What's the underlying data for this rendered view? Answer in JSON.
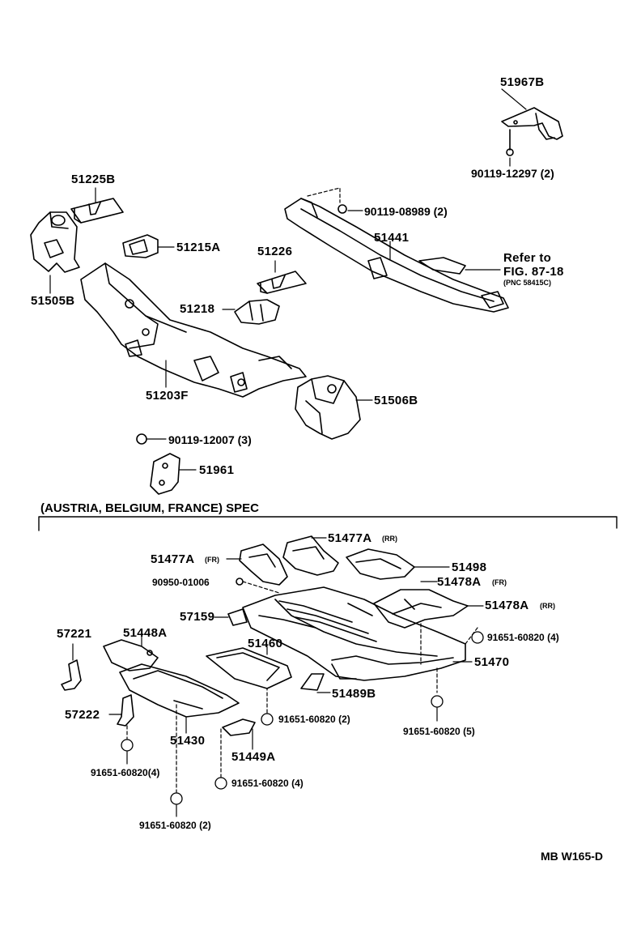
{
  "top_section": {
    "p_51967B": "51967B",
    "p_90119_12297": "90119-12297 (2)",
    "p_51225B": "51225B",
    "p_90119_08989": "90119-08989 (2)",
    "p_51215A": "51215A",
    "p_51441": "51441",
    "p_51226": "51226",
    "refer_line1": "Refer to",
    "refer_line2": "FIG. 87-18",
    "refer_line3": "(PNC 58415C)",
    "p_51505B": "51505B",
    "p_51218": "51218",
    "p_51506B": "51506B",
    "p_51203F": "51203F",
    "p_90119_12007": "90119-12007 (3)",
    "p_51961": "51961"
  },
  "spec_section": {
    "heading": "(AUSTRIA, BELGIUM, FRANCE) SPEC",
    "p_51477A_rr": "51477A",
    "tag_rr": "(RR)",
    "p_51477A_fr": "51477A",
    "tag_fr": "(FR)",
    "p_51498": "51498",
    "p_90950_01006": "90950-01006",
    "p_51478A_fr": "51478A",
    "tag_fr2": "(FR)",
    "p_57159": "57159",
    "p_51478A_rr": "51478A",
    "tag_rr2": "(RR)",
    "p_57221": "57221",
    "p_51448A": "51448A",
    "p_91651_60820_4a": "91651-60820 (4)",
    "p_51460": "51460",
    "p_51470": "51470",
    "p_51489B": "51489B",
    "p_57222": "57222",
    "p_91651_60820_2a": "91651-60820 (2)",
    "p_51430": "51430",
    "p_91651_60820_5": "91651-60820 (5)",
    "p_51449A": "51449A",
    "p_91651_60820_4b": "91651-60820(4)",
    "p_91651_60820_4c": "91651-60820 (4)",
    "p_91651_60820_2b": "91651-60820 (2)"
  },
  "footer": {
    "code": "MB  W165-D"
  }
}
